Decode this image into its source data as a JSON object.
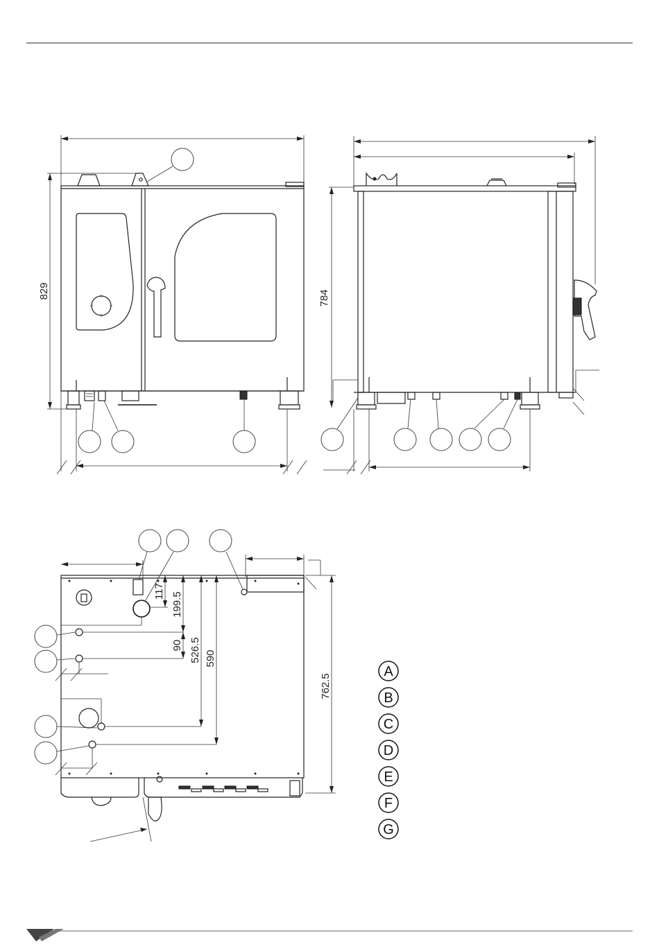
{
  "dimensions": {
    "front_height": "829",
    "side_height": "784",
    "top_117": "117",
    "top_199_5": "199.5",
    "top_90": "90",
    "top_526_5": "526.5",
    "top_590": "590",
    "top_762_5": "762.5"
  },
  "legend": {
    "items": [
      {
        "letter": "A"
      },
      {
        "letter": "B"
      },
      {
        "letter": "C"
      },
      {
        "letter": "D"
      },
      {
        "letter": "E"
      },
      {
        "letter": "F"
      },
      {
        "letter": "G"
      }
    ]
  },
  "colors": {
    "line": "#222222",
    "fill_light": "#d9d9d9",
    "footer_rule": "#999999"
  }
}
